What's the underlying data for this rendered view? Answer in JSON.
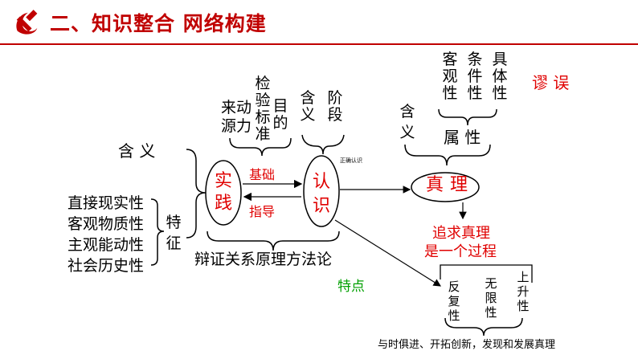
{
  "header": {
    "title": "二、知识整合 网络构建"
  },
  "diagram": {
    "practice_node": "实践",
    "cognition_node": "认识",
    "truth_node": "真理",
    "basis_label": "基础",
    "guide_label": "指导",
    "correct_cognition_label": "正确认识",
    "practice_meaning": "含  义",
    "practice_features_label": "特征",
    "practice_features": [
      "直接现实性",
      "客观物质性",
      "主观能动性",
      "社会历史性"
    ],
    "practice_roles": [
      "来动",
      "源力",
      "目的",
      "检验标准"
    ],
    "cognition_meaning": "含义",
    "cognition_stage": "阶段",
    "truth_meaning": "含义",
    "truth_attribute_label": "属  性",
    "truth_attributes": [
      "客观性",
      "条件性",
      "具体性"
    ],
    "fallacy": "谬 误",
    "pursuit": "追求真理",
    "pursuit_process": "是一个过程",
    "dialectic": "辩证关系原理方法论",
    "characteristics": "特点",
    "process_traits": [
      "反复性",
      "无限性",
      "上升性"
    ],
    "conclusion": "与时俱进、开拓创新，发现和发展真理"
  }
}
